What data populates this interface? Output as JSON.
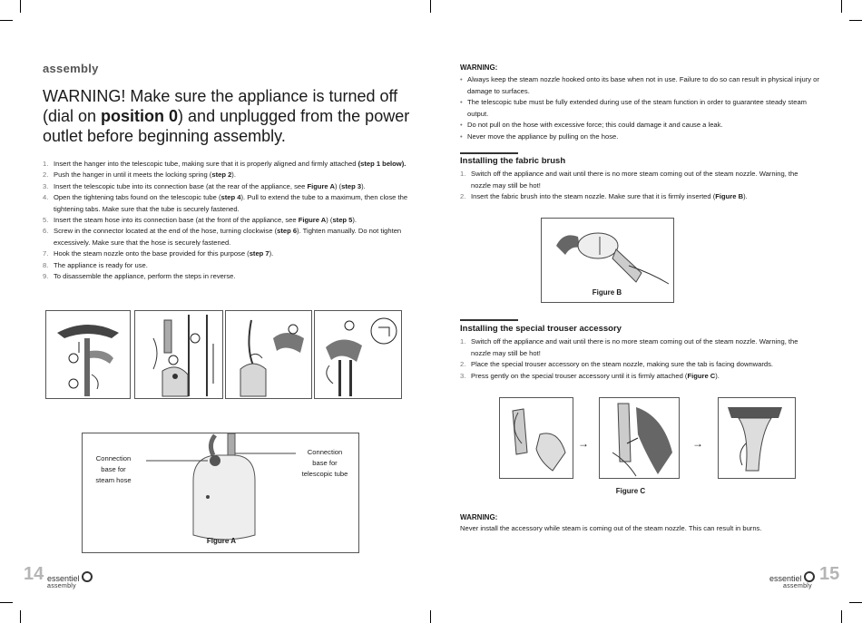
{
  "left_page": {
    "section_title": "assembly",
    "warning_parts": [
      "WARNING! Make sure the appliance is turned off (dial on ",
      "position 0",
      ") and unplugged from the power outlet before beginning assembly."
    ],
    "steps": [
      {
        "num": "1.",
        "html": "Insert the hanger into the telescopic tube, making sure that it is properly aligned and firmly attached <b>(step 1 below).</b>"
      },
      {
        "num": "2.",
        "html": "Push the hanger in until it meets the locking spring (<b>step 2</b>)."
      },
      {
        "num": "3.",
        "html": "Insert the telescopic tube into its connection base (at the rear of the appliance, see <b>Figure A</b>) (<b>step 3</b>)."
      },
      {
        "num": "4.",
        "html": "Open the tightening tabs found on the telescopic tube (<b>step 4</b>). Pull to extend the tube to a maximum, then close the tightening tabs. Make sure that the tube is securely fastened."
      },
      {
        "num": "5.",
        "html": "Insert the steam hose into its connection base (at the front of the appliance, see <b>Figure A</b>) (<b>step 5</b>)."
      },
      {
        "num": "6.",
        "html": "Screw in the connector located at the end of the hose, turning clockwise (<b>step 6</b>). Tighten manually. Do not tighten excessively. Make sure that the hose is securely fastened."
      },
      {
        "num": "7.",
        "html": "Hook the steam nozzle onto the base provided for this purpose (<b>step 7</b>)."
      },
      {
        "num": "8.",
        "html": "The appliance is ready for use."
      },
      {
        "num": "9.",
        "html": "To disassemble the appliance, perform the steps in reverse."
      }
    ],
    "figure_a": {
      "callout_left": [
        "Connection",
        "base for",
        "steam hose"
      ],
      "callout_right": [
        "Connection",
        "base for",
        "telescopic tube"
      ],
      "caption": "Figure A"
    },
    "footer": {
      "page_number": "14",
      "brand": "essentiel",
      "sub": "assembly"
    }
  },
  "right_page": {
    "warning_label": "WARNING:",
    "warning_bullets": [
      "Always keep the steam nozzle hooked onto its base when not in use. Failure to do so can result in physical injury or damage to surfaces.",
      "The telescopic tube must be fully extended during use of the steam function in order to guarantee steady steam output.",
      "Do not pull on the hose with excessive force; this could damage it and cause a leak.",
      "Never move the appliance by pulling on the hose."
    ],
    "fabric_brush": {
      "heading": "Installing the fabric brush",
      "steps": [
        {
          "num": "1.",
          "html": "Switch off the appliance and wait until there is no more steam coming out of the steam nozzle. Warning, the nozzle may still be hot!"
        },
        {
          "num": "2.",
          "html": "Insert the fabric brush into the steam nozzle. Make sure that it is firmly inserted (<b>Figure B</b>)."
        }
      ],
      "caption": "Figure B"
    },
    "trouser": {
      "heading": "Installing the special trouser accessory",
      "steps": [
        {
          "num": "1.",
          "html": "Switch off the appliance and wait until there is no more steam coming out of the steam nozzle. Warning, the nozzle may still be hot!"
        },
        {
          "num": "2.",
          "html": "Place the special trouser accessory on the steam nozzle, making sure the tab is facing downwards."
        },
        {
          "num": "3.",
          "html": "Press gently on the special trouser accessory until it is firmly attached (<b>Figure C</b>)."
        }
      ],
      "arrow": "→",
      "caption": "Figure C"
    },
    "bottom_warning_label": "WARNING:",
    "bottom_warning_text": "Never install the accessory while steam is coming out of the steam nozzle. This can result in burns.",
    "footer": {
      "page_number": "15",
      "brand": "essentiel",
      "sub": "assembly"
    }
  }
}
